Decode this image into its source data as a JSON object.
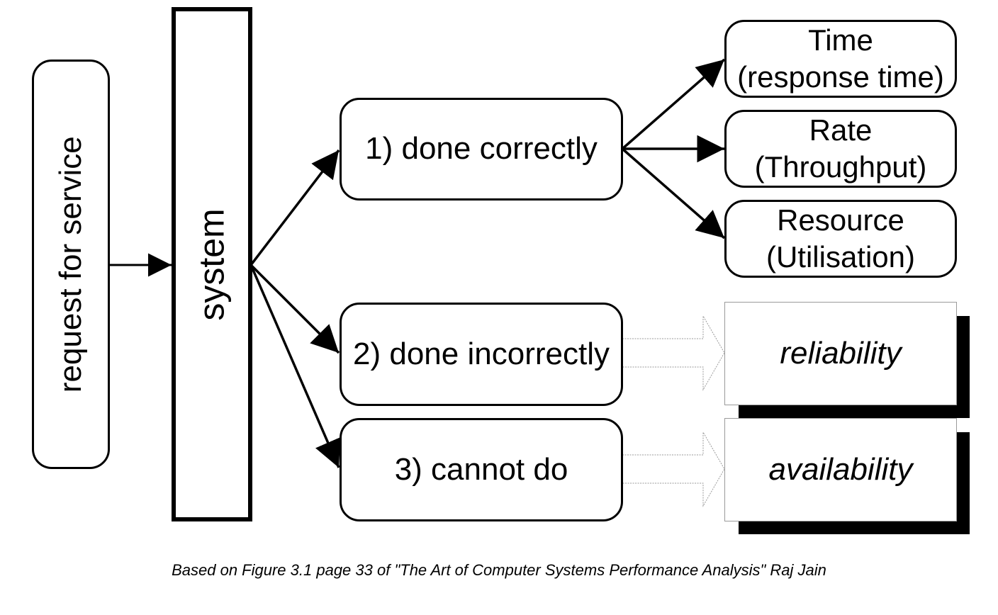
{
  "request": {
    "label": "request for service"
  },
  "system": {
    "label": "system"
  },
  "outcomes": [
    {
      "label": "1) done correctly"
    },
    {
      "label": "2) done incorrectly"
    },
    {
      "label": "3) cannot do"
    }
  ],
  "metrics": [
    {
      "line1": "Time",
      "line2": "(response time)"
    },
    {
      "line1": "Rate",
      "line2": "(Throughput)"
    },
    {
      "line1": "Resource",
      "line2": "(Utilisation)"
    }
  ],
  "qualities": [
    {
      "label": "reliability"
    },
    {
      "label": "availability"
    }
  ],
  "caption": "Based on Figure 3.1  page 33 of \"The Art of Computer Systems Performance Analysis\" Raj Jain",
  "colors": {
    "stroke": "#000000",
    "background": "#ffffff",
    "hollow_arrow": "#9a9a9a"
  }
}
